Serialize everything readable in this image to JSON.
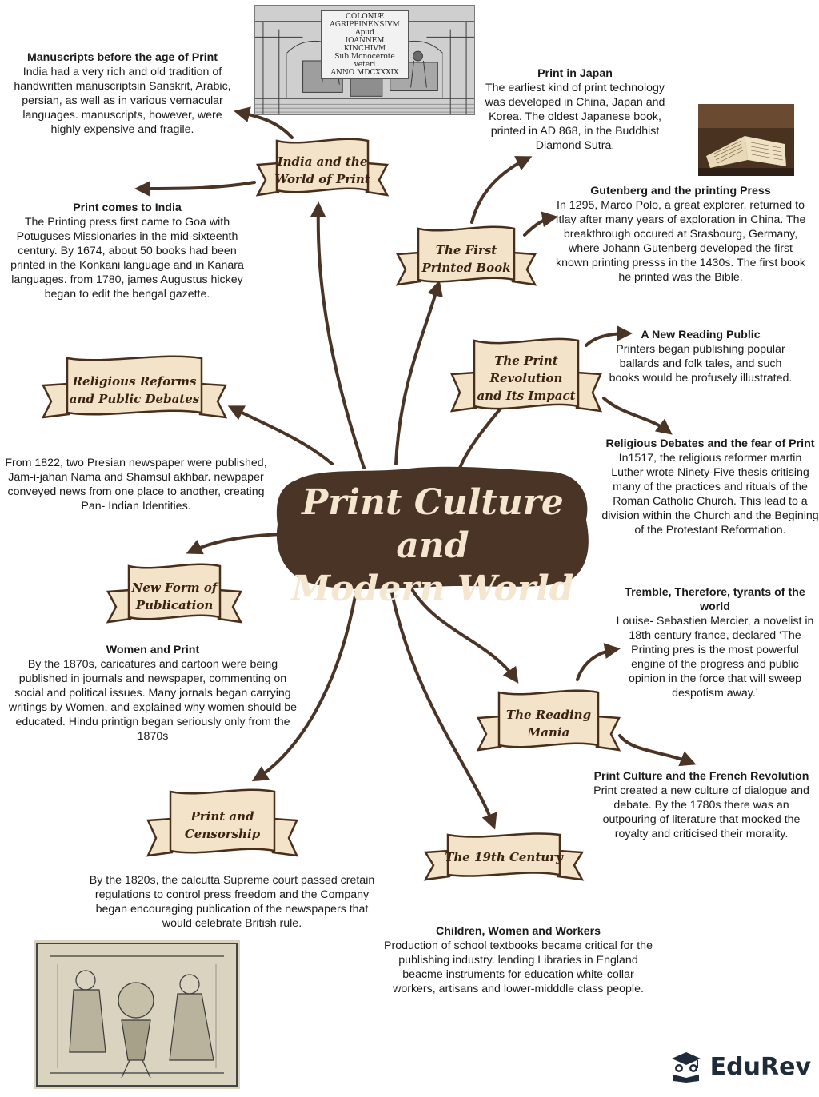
{
  "center_title": "Print Culture and\nModern World",
  "banners": {
    "india_world": "India and the\nWorld of Print",
    "first_printed": "The First\nPrinted Book",
    "print_revolution": "The Print\nRevolution\nand Its Impact",
    "religious_reforms": "Religious Reforms\nand Public Debates",
    "new_form": "New Form of\nPublication",
    "print_censorship": "Print and\nCensorship",
    "nineteenth_century": "The 19th Century",
    "reading_mania": "The Reading\nMania"
  },
  "notes": {
    "manuscripts": {
      "title": "Manuscripts before the age of Print",
      "body": "India had a very rich and old tradition of handwritten manuscriptsin Sanskrit, Arabic, persian, as well as in various vernacular languages. manuscripts, however, were highly expensive and fragile."
    },
    "print_india": {
      "title": "Print comes to India",
      "body": "The Printing press first came to Goa with Potuguses Missionaries in the mid-sixteenth century. By 1674, about 50 books had been printed in the Konkani language and in Kanara languages. from 1780, james Augustus hickey began to edit the bengal gazette."
    },
    "print_japan": {
      "title": "Print in Japan",
      "body": "The earliest kind of print technology was developed in China, Japan and Korea. The oldest Japanese book, printed in AD 868, in the Buddhist Diamond Sutra."
    },
    "gutenberg": {
      "title": "Gutenberg and the printing Press",
      "body": "In 1295, Marco Polo, a great explorer, returned to Itlay after many years of exploration in China. The breakthrough occured at Srasbourg, Germany, where Johann Gutenberg developed the first known printing presss in the 1430s. The first book he printed was the Bible."
    },
    "new_public": {
      "title": "A New Reading Public",
      "body": "Printers began publishing popular ballards and folk tales, and such books would be profusely illustrated."
    },
    "religious_debates": {
      "title": "Religious Debates and the fear of Print",
      "body": "In1517, the religious reformer martin Luther wrote Ninety-Five thesis critising many of the practices and rituals of the Roman Catholic Church. This lead to a division within the Church and the Begining of the Protestant Reformation."
    },
    "persian_news": {
      "body": "From 1822, two Presian newspaper were published, Jam-i-jahan Nama and Shamsul akhbar. newpaper conveyed news from one place to another, creating Pan- Indian Identities."
    },
    "women_print": {
      "title": "Women and Print",
      "body": "By the 1870s, caricatures and cartoon were being published in journals and newspaper, commenting on social and political issues. Many jornals began carrying writings by Women, and explained why women should be educated. Hindu printign began seriously only from the 1870s"
    },
    "tremble": {
      "title": "Tremble, Therefore, tyrants of the world",
      "body": "Louise- Sebastien Mercier, a novelist in 18th century france, declared ‘The Printing pres is the most powerful engine of the progress and public opinion in the force that will sweep despotism away.’"
    },
    "french_revolution": {
      "title": "Print Culture and the French Revolution",
      "body": "Print created a new culture of dialogue and debate. By the 1780s there was an outpouring of literature that mocked the royalty and criticised their morality."
    },
    "censorship": {
      "body": "By the 1820s, the calcutta Supreme court passed cretain regulations to control press freedom and the Company began encouraging publication  of the newspapers that would celebrate British rule."
    },
    "children_women": {
      "title": "Children, Women and Workers",
      "body": "Production of school textbooks became critical for the publishing industry. lending Libraries in England beacme instruments for education white-collar workers, artisans and lower-midddle class people."
    }
  },
  "engraving_caption": "COLONIÆ AGRIPPINENSIVM\nApud\nIOANNEM KINCHIVM\nSub Monocerote veteri\nANNO MDCXXXIX",
  "brand": {
    "name": "EduRev",
    "icon": "graduation-cap-book-icon"
  },
  "colors": {
    "ribbon_fill": "#f3e3c8",
    "ribbon_stroke": "#4a2e1c",
    "title_bg": "#4a3426",
    "title_text": "#f4e6cf",
    "connector": "#4a3426"
  }
}
